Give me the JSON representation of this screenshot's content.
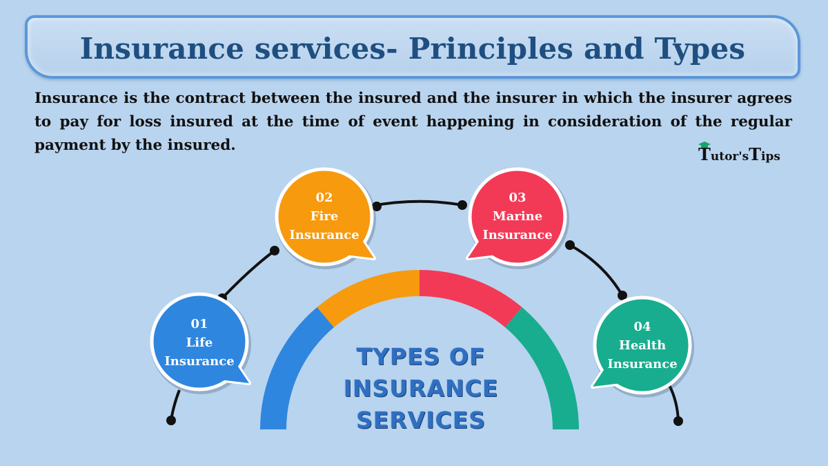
{
  "title": "Insurance services- Principles and Types",
  "description": "Insurance is the contract between the insured and the insurer in which the insurer agrees to pay for loss insured at the time of event happening in consideration of the regular payment by the insured.",
  "logo": {
    "text_t": "T",
    "text_utors": "utor's",
    "text_tips_t": "T",
    "text_tips": "ips"
  },
  "center_label": {
    "line1": "TYPES OF",
    "line2": "INSURANCE",
    "line3": "SERVICES"
  },
  "types": [
    {
      "number": "01",
      "line1": "Life",
      "line2": "Insurance",
      "color": "#2f86df"
    },
    {
      "number": "02",
      "line1": "Fire",
      "line2": "Insurance",
      "color": "#f79a0e"
    },
    {
      "number": "03",
      "line1": "Marine",
      "line2": "Insurance",
      "color": "#f23a56"
    },
    {
      "number": "04",
      "line1": "Health",
      "line2": "Insurance",
      "color": "#18ad8f"
    }
  ]
}
